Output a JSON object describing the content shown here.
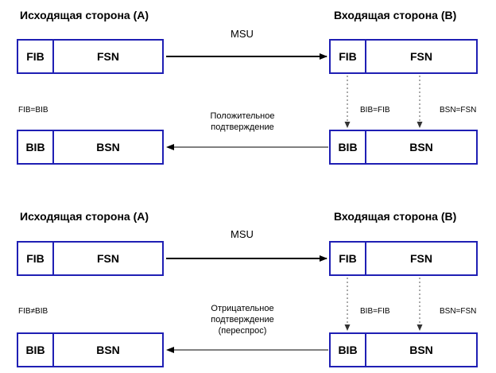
{
  "colors": {
    "frame": "#1f1fb4",
    "line": "#000000",
    "dotted": "#555555"
  },
  "panels": [
    {
      "sender_title": "Исходящая сторона (А)",
      "receiver_title": "Входящая сторона (В)",
      "msu_label": "MSU",
      "sender_top": {
        "flag": "FIB",
        "seq": "FSN"
      },
      "receiver_top": {
        "flag": "FIB",
        "seq": "FSN"
      },
      "sender_bottom": {
        "flag": "BIB",
        "seq": "BSN"
      },
      "receiver_bottom": {
        "flag": "BIB",
        "seq": "BSN"
      },
      "sender_condition": "FIB=BIB",
      "receiver_bib_label": "BIB=FIB",
      "receiver_bsn_label": "BSN=FSN",
      "ack_caption": "Положительное подтверждение"
    },
    {
      "sender_title": "Исходящая сторона (А)",
      "receiver_title": "Входящая сторона (В)",
      "msu_label": "MSU",
      "sender_top": {
        "flag": "FIB",
        "seq": "FSN"
      },
      "receiver_top": {
        "flag": "FIB",
        "seq": "FSN"
      },
      "sender_bottom": {
        "flag": "BIB",
        "seq": "BSN"
      },
      "receiver_bottom": {
        "flag": "BIB",
        "seq": "BSN"
      },
      "sender_condition": "FIB≠BIB",
      "receiver_bib_label": "BIB=FIB",
      "receiver_bsn_label": "BSN=FSN",
      "ack_caption": "Отрицательное подтверждение (переспрос)"
    }
  ]
}
